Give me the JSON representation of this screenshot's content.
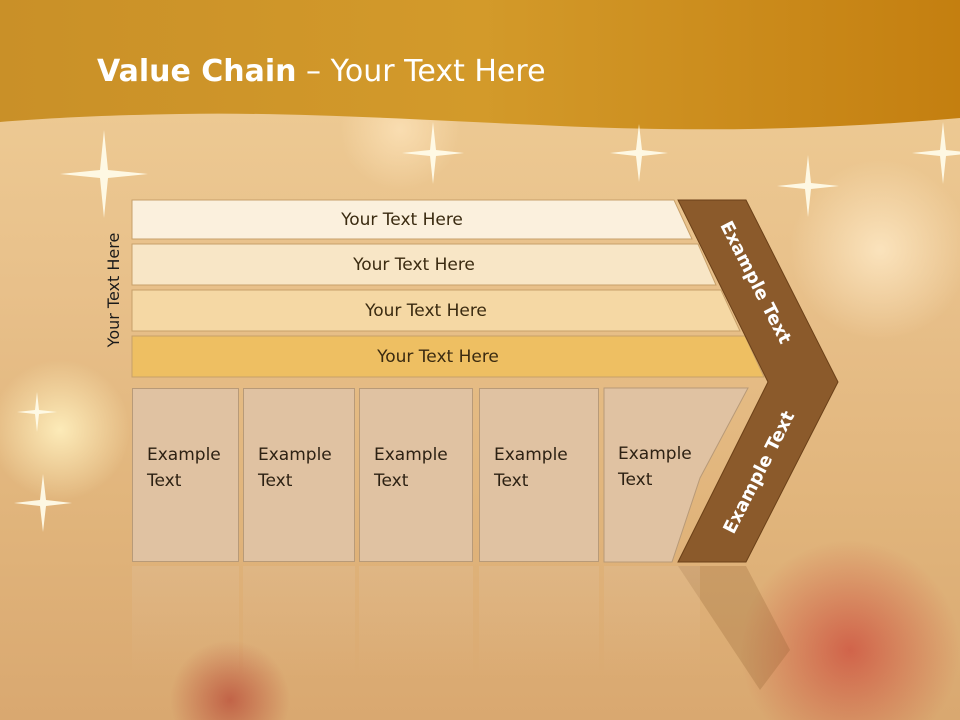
{
  "slide": {
    "title_bold": "Value Chain",
    "title_rest": " – Your Text Here",
    "vertical_label": "Your Text Here",
    "rows": [
      {
        "label": "Your Text Here",
        "color": "#fbf0dd"
      },
      {
        "label": "Your Text Here",
        "color": "#f8e6c6"
      },
      {
        "label": "Your Text Here",
        "color": "#f5d8a4"
      },
      {
        "label": "Your Text Here",
        "color": "#eebf62"
      }
    ],
    "boxes": [
      {
        "label": "Example Text"
      },
      {
        "label": "Example Text"
      },
      {
        "label": "Example Text"
      },
      {
        "label": "Example Text"
      },
      {
        "label": "Example Text"
      }
    ],
    "chevron_top": "Example Text",
    "chevron_bottom": "Example Text",
    "colors": {
      "header": "#c98a1a",
      "chevron": "#8b5a2b",
      "box": "#e0c2a2"
    }
  }
}
